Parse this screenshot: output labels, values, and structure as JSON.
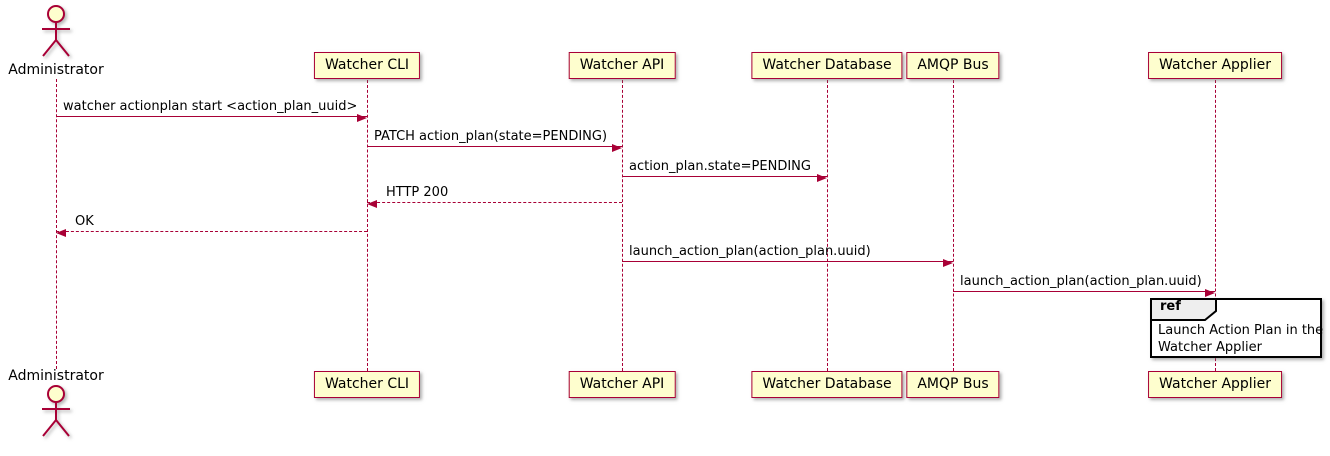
{
  "diagram": {
    "type": "sequence-diagram",
    "actor": {
      "name": "Administrator"
    },
    "participants": [
      {
        "name": "Watcher CLI"
      },
      {
        "name": "Watcher API"
      },
      {
        "name": "Watcher Database"
      },
      {
        "name": "AMQP Bus"
      },
      {
        "name": "Watcher Applier"
      }
    ],
    "messages": [
      {
        "from": "Administrator",
        "to": "Watcher CLI",
        "label": "watcher actionplan start <action_plan_uuid>",
        "style": "solid"
      },
      {
        "from": "Watcher CLI",
        "to": "Watcher API",
        "label": "PATCH action_plan(state=PENDING)",
        "style": "solid"
      },
      {
        "from": "Watcher API",
        "to": "Watcher Database",
        "label": "action_plan.state=PENDING",
        "style": "solid"
      },
      {
        "from": "Watcher API",
        "to": "Watcher CLI",
        "label": "HTTP 200",
        "style": "dashed"
      },
      {
        "from": "Watcher CLI",
        "to": "Administrator",
        "label": "OK",
        "style": "dashed"
      },
      {
        "from": "Watcher API",
        "to": "AMQP Bus",
        "label": "launch_action_plan(action_plan.uuid)",
        "style": "solid"
      },
      {
        "from": "AMQP Bus",
        "to": "Watcher Applier",
        "label": "launch_action_plan(action_plan.uuid)",
        "style": "solid"
      }
    ],
    "ref": {
      "keyword": "ref",
      "over": "Watcher Applier",
      "line1": "Launch Action Plan in the",
      "line2": "Watcher Applier"
    },
    "colors": {
      "participant_fill": "#FEFECE",
      "participant_border": "#A80036",
      "line": "#A80036",
      "lifeline": "#A80036",
      "text": "#000000",
      "ref_border": "#000000",
      "ref_header_fill": "#EEEEEE",
      "background": "#FFFFFF"
    }
  }
}
